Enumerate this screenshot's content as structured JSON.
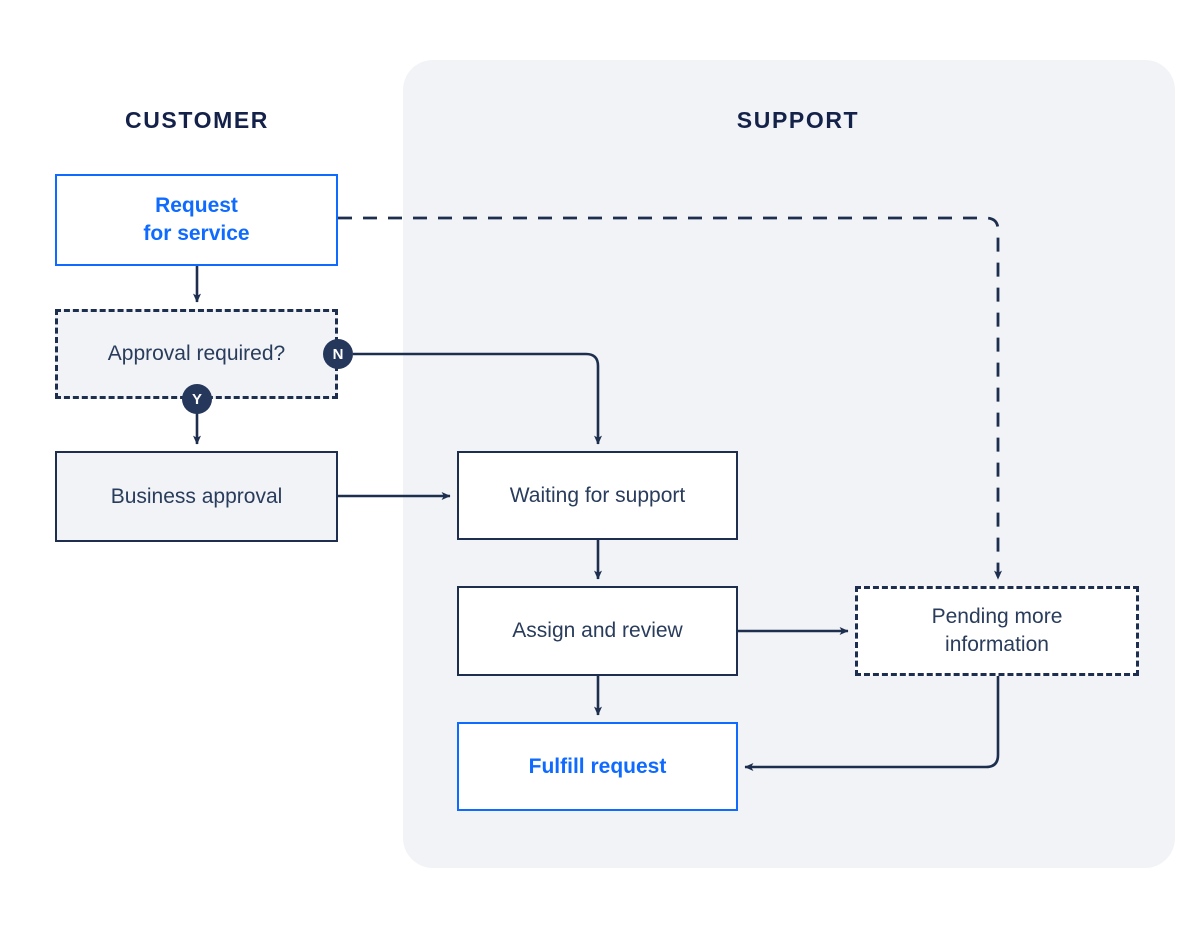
{
  "diagram": {
    "title_lanes": {
      "customer": "CUSTOMER",
      "support": "SUPPORT"
    },
    "colors": {
      "accent_blue": "#0f6bff",
      "navy": "#1d2e4f",
      "text_navy": "#293c5c",
      "lane_background": "#f1f3f6",
      "badge_fill": "#26375c",
      "page_background": "#ffffff"
    },
    "nodes": [
      {
        "id": "request-for-service",
        "label": "Request\nfor service",
        "line1": "Request",
        "line2": "for service",
        "lane": "customer",
        "style": "accent-solid"
      },
      {
        "id": "approval-required",
        "label": "Approval required?",
        "lane": "customer",
        "style": "dashed-shaded"
      },
      {
        "id": "business-approval",
        "label": "Business approval",
        "lane": "customer",
        "style": "solid-shaded"
      },
      {
        "id": "waiting-for-support",
        "label": "Waiting for support",
        "lane": "support",
        "style": "solid-white"
      },
      {
        "id": "assign-and-review",
        "label": "Assign and review",
        "lane": "support",
        "style": "solid-white"
      },
      {
        "id": "pending-more-information",
        "label": "Pending more\ninformation",
        "line1": "Pending more",
        "line2": "information",
        "lane": "support",
        "style": "dashed-white"
      },
      {
        "id": "fulfill-request",
        "label": "Fulfill request",
        "lane": "support",
        "style": "accent-solid"
      }
    ],
    "badges": [
      {
        "id": "no",
        "label": "N",
        "meaning": "No branch from Approval required?"
      },
      {
        "id": "yes",
        "label": "Y",
        "meaning": "Yes branch from Approval required?"
      }
    ],
    "edges": [
      {
        "from": "request-for-service",
        "to": "approval-required",
        "style": "solid",
        "label": ""
      },
      {
        "from": "request-for-service",
        "to": "pending-more-information",
        "style": "dashed",
        "label": ""
      },
      {
        "from": "approval-required",
        "to": "business-approval",
        "style": "solid",
        "label": "Y"
      },
      {
        "from": "approval-required",
        "to": "waiting-for-support",
        "style": "solid",
        "label": "N"
      },
      {
        "from": "business-approval",
        "to": "waiting-for-support",
        "style": "solid",
        "label": ""
      },
      {
        "from": "waiting-for-support",
        "to": "assign-and-review",
        "style": "solid",
        "label": ""
      },
      {
        "from": "assign-and-review",
        "to": "pending-more-information",
        "style": "solid",
        "label": ""
      },
      {
        "from": "assign-and-review",
        "to": "fulfill-request",
        "style": "solid",
        "label": ""
      },
      {
        "from": "pending-more-information",
        "to": "fulfill-request",
        "style": "solid",
        "label": ""
      }
    ]
  }
}
